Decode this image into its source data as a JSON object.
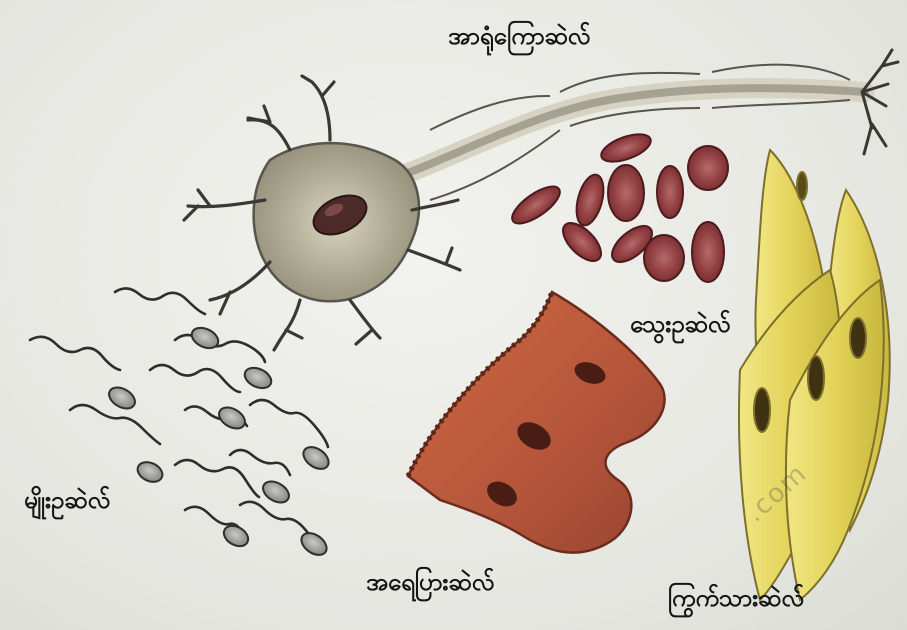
{
  "labels": {
    "nerve_cell": "အာရုံကြောဆဲလ်",
    "blood_cell": "သွေးဥဆဲလ်",
    "sperm_cell": "မျိုးဥဆဲလ်",
    "skin_cell": "အရေပြားဆဲလ်",
    "muscle_cell": "ကြွက်သားဆဲလ်"
  },
  "watermark": ".com",
  "colors": {
    "background": "#e9e9e5",
    "nerve_body": "#a9a48c",
    "nerve_nucleus": "#4b2a28",
    "blood_cell": "#8f3a3e",
    "skin_tissue": "#b9523a",
    "muscle": "#e8dc6a",
    "sperm_head": "#9c9c98"
  }
}
